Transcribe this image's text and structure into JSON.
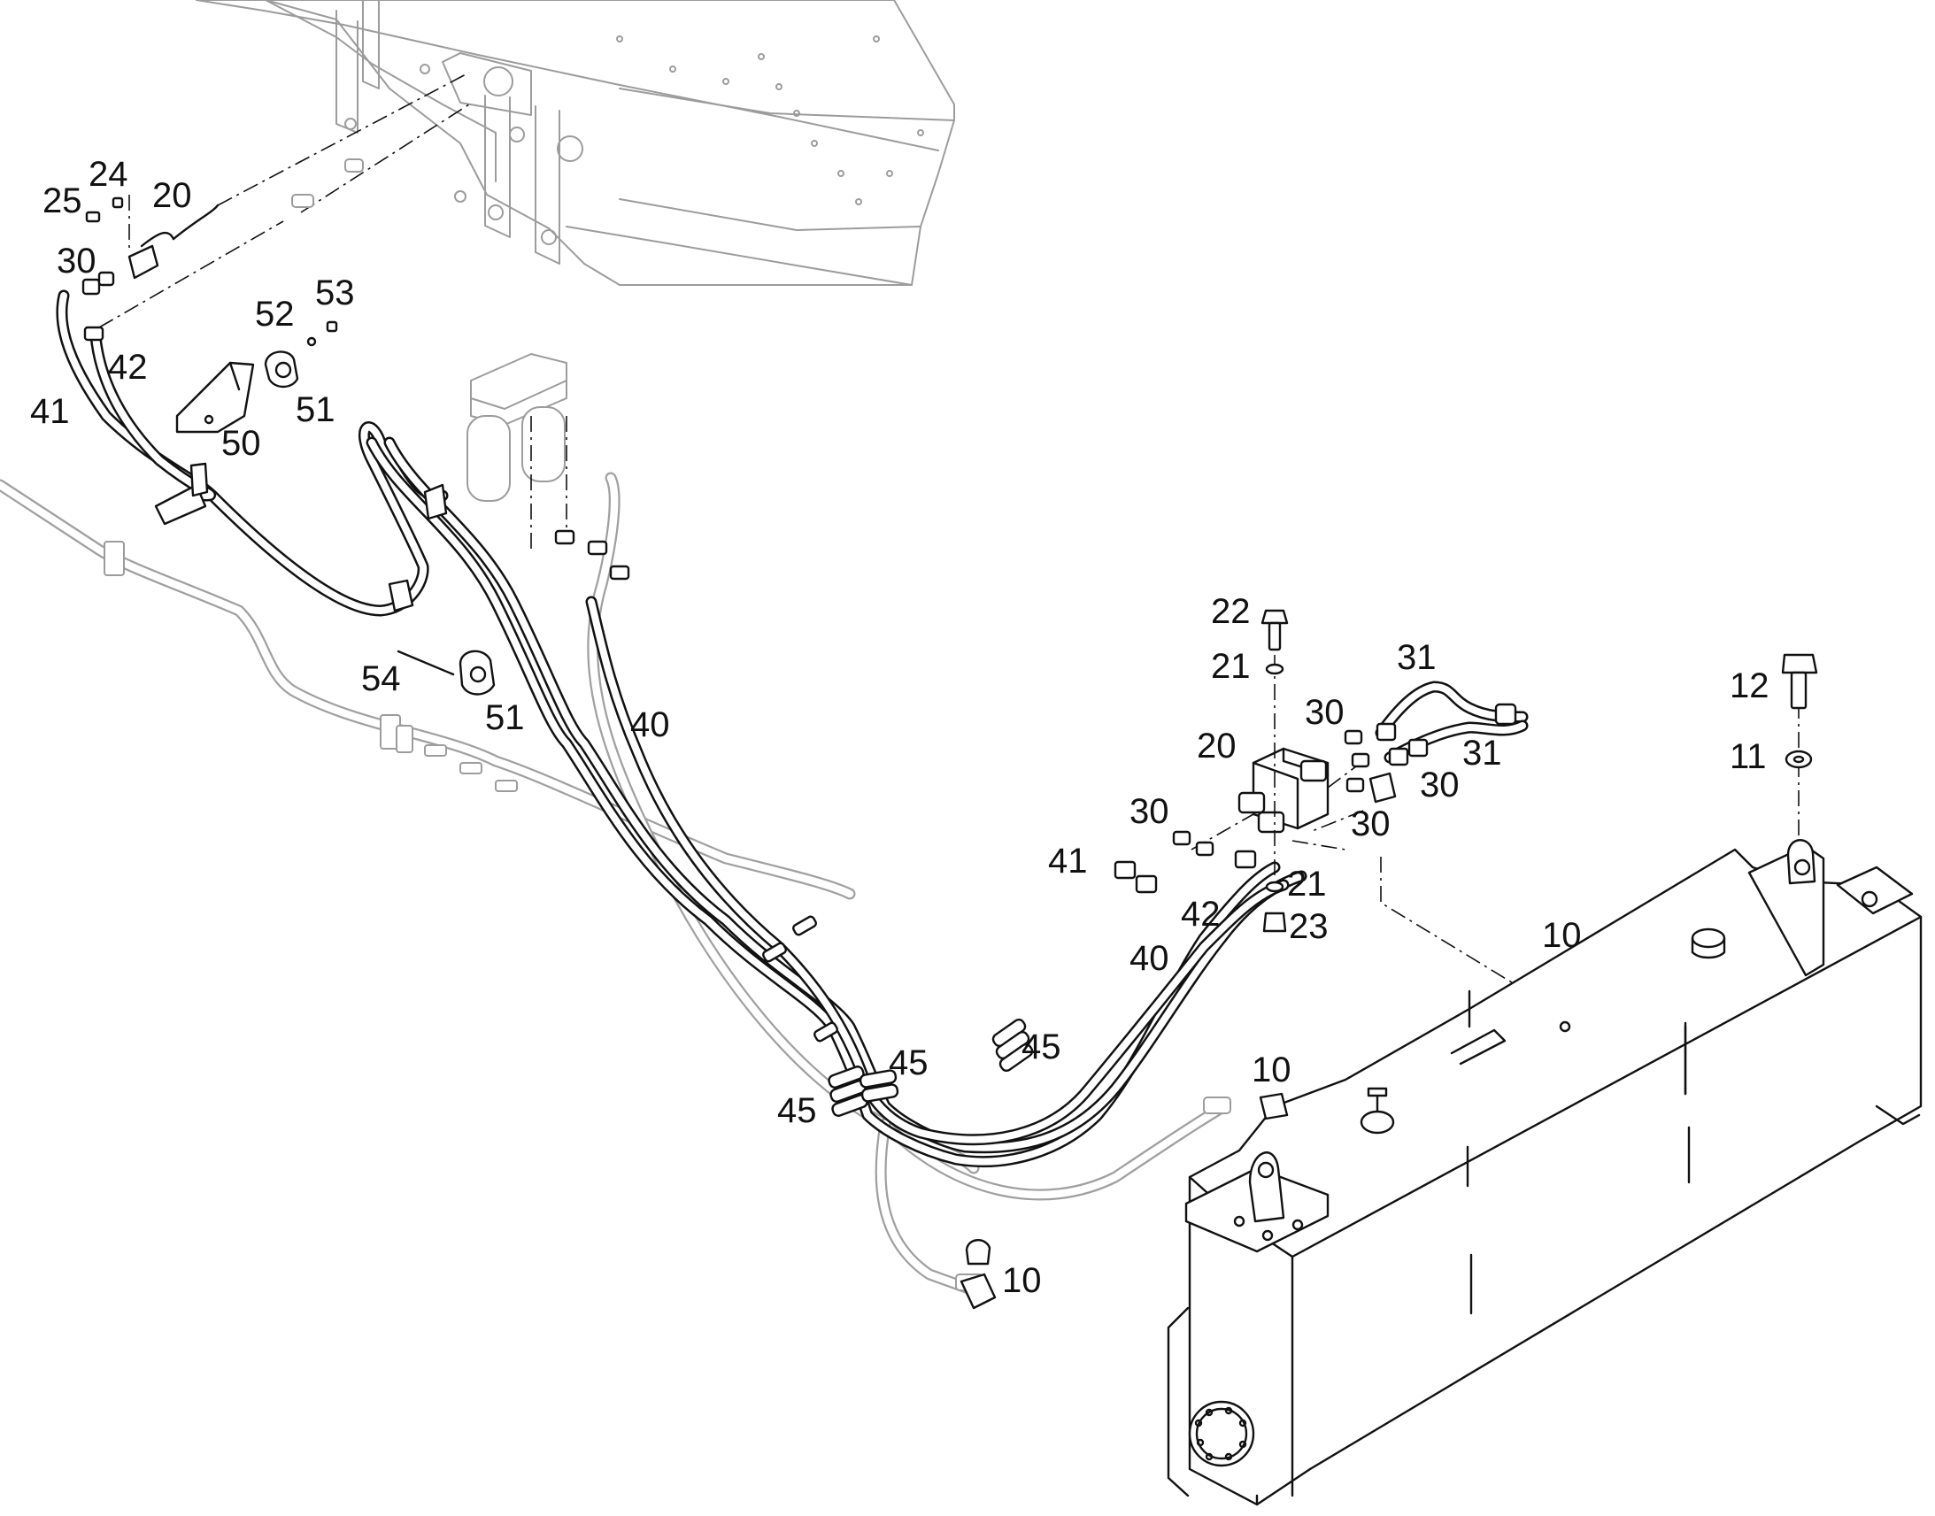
{
  "diagram": {
    "callouts": [
      {
        "id": "c25",
        "text": "25"
      },
      {
        "id": "c24",
        "text": "24"
      },
      {
        "id": "c20a",
        "text": "20"
      },
      {
        "id": "c30a",
        "text": "30"
      },
      {
        "id": "c52",
        "text": "52"
      },
      {
        "id": "c53",
        "text": "53"
      },
      {
        "id": "c42a",
        "text": "42"
      },
      {
        "id": "c41a",
        "text": "41"
      },
      {
        "id": "c51a",
        "text": "51"
      },
      {
        "id": "c50",
        "text": "50"
      },
      {
        "id": "c54",
        "text": "54"
      },
      {
        "id": "c51b",
        "text": "51"
      },
      {
        "id": "c40a",
        "text": "40"
      },
      {
        "id": "c22",
        "text": "22"
      },
      {
        "id": "c21a",
        "text": "21"
      },
      {
        "id": "c31a",
        "text": "31"
      },
      {
        "id": "c30b",
        "text": "30"
      },
      {
        "id": "c20b",
        "text": "20"
      },
      {
        "id": "c31b",
        "text": "31"
      },
      {
        "id": "c30c",
        "text": "30"
      },
      {
        "id": "c30d",
        "text": "30"
      },
      {
        "id": "c30e",
        "text": "30"
      },
      {
        "id": "c41b",
        "text": "41"
      },
      {
        "id": "c21b",
        "text": "21"
      },
      {
        "id": "c42b",
        "text": "42"
      },
      {
        "id": "c23",
        "text": "23"
      },
      {
        "id": "c40b",
        "text": "40"
      },
      {
        "id": "c12",
        "text": "12"
      },
      {
        "id": "c11",
        "text": "11"
      },
      {
        "id": "c10a",
        "text": "10"
      },
      {
        "id": "c45a",
        "text": "45"
      },
      {
        "id": "c45b",
        "text": "45"
      },
      {
        "id": "c45c",
        "text": "45"
      },
      {
        "id": "c10b",
        "text": "10"
      },
      {
        "id": "c10c",
        "text": "10"
      }
    ]
  }
}
